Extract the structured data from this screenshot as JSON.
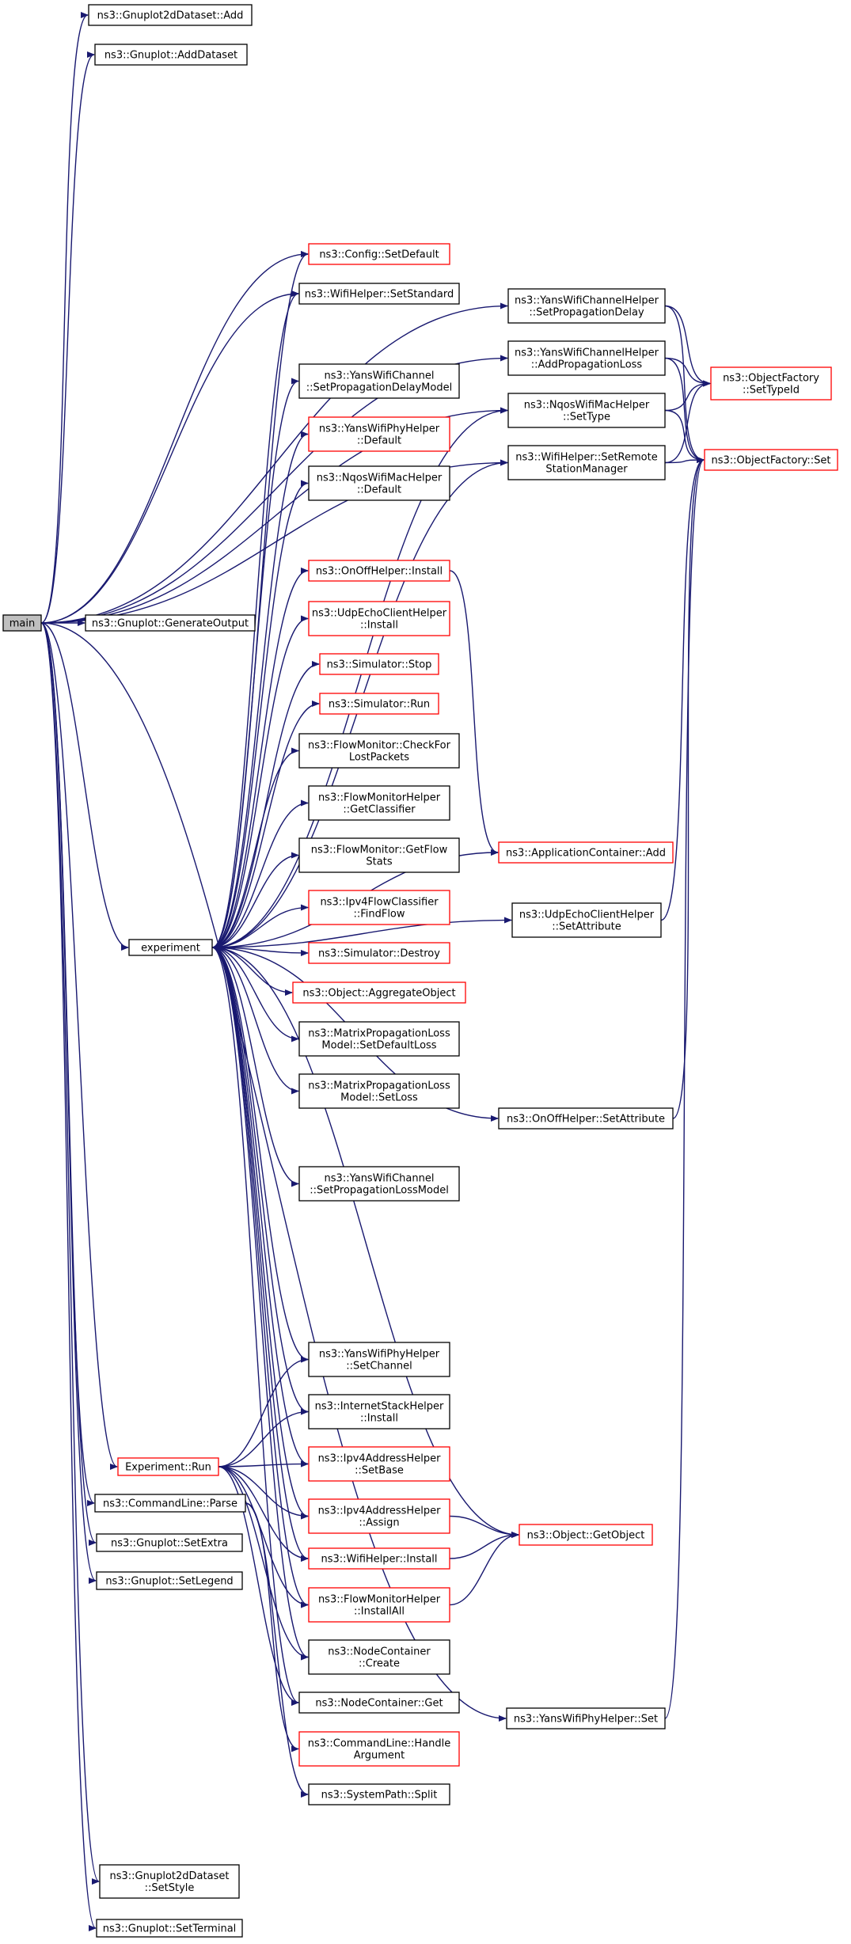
{
  "diagram": {
    "type": "doxygen-call-graph",
    "colors": {
      "edge": "#191970",
      "node_fill": "#ffffff",
      "root_fill": "#bfbfbf",
      "border_default": "#000000",
      "border_truncated": "#ff0000"
    },
    "nodes": [
      {
        "id": "main",
        "lines": [
          "main"
        ],
        "style": "root"
      },
      {
        "id": "g2d_add",
        "lines": [
          "ns3::Gnuplot2dDataset::Add"
        ],
        "style": "normal"
      },
      {
        "id": "gp_adddataset",
        "lines": [
          "ns3::Gnuplot::AddDataset"
        ],
        "style": "normal"
      },
      {
        "id": "gp_genout",
        "lines": [
          "ns3::Gnuplot::GenerateOutput"
        ],
        "style": "normal"
      },
      {
        "id": "experiment",
        "lines": [
          "experiment"
        ],
        "style": "normal"
      },
      {
        "id": "exp_run",
        "lines": [
          "Experiment::Run"
        ],
        "style": "truncated"
      },
      {
        "id": "cl_parse",
        "lines": [
          "ns3::CommandLine::Parse"
        ],
        "style": "normal"
      },
      {
        "id": "gp_setextra",
        "lines": [
          "ns3::Gnuplot::SetExtra"
        ],
        "style": "normal"
      },
      {
        "id": "gp_setlegend",
        "lines": [
          "ns3::Gnuplot::SetLegend"
        ],
        "style": "normal"
      },
      {
        "id": "g2d_setstyle",
        "lines": [
          "ns3::Gnuplot2dDataset",
          "::SetStyle"
        ],
        "style": "normal"
      },
      {
        "id": "gp_setterm",
        "lines": [
          "ns3::Gnuplot::SetTerminal"
        ],
        "style": "normal"
      },
      {
        "id": "cfg_setdef",
        "lines": [
          "ns3::Config::SetDefault"
        ],
        "style": "truncated"
      },
      {
        "id": "wifi_setstd",
        "lines": [
          "ns3::WifiHelper::SetStandard"
        ],
        "style": "normal"
      },
      {
        "id": "ywc_setpdm",
        "lines": [
          "ns3::YansWifiChannel",
          "::SetPropagationDelayModel"
        ],
        "style": "normal"
      },
      {
        "id": "ywph_default",
        "lines": [
          "ns3::YansWifiPhyHelper",
          "::Default"
        ],
        "style": "truncated"
      },
      {
        "id": "nqos_default",
        "lines": [
          "ns3::NqosWifiMacHelper",
          "::Default"
        ],
        "style": "normal"
      },
      {
        "id": "onoff_install",
        "lines": [
          "ns3::OnOffHelper::Install"
        ],
        "style": "truncated"
      },
      {
        "id": "udpech_install",
        "lines": [
          "ns3::UdpEchoClientHelper",
          "::Install"
        ],
        "style": "truncated"
      },
      {
        "id": "sim_stop",
        "lines": [
          "ns3::Simulator::Stop"
        ],
        "style": "truncated"
      },
      {
        "id": "sim_run",
        "lines": [
          "ns3::Simulator::Run"
        ],
        "style": "truncated"
      },
      {
        "id": "fm_checklost",
        "lines": [
          "ns3::FlowMonitor::CheckFor",
          "LostPackets"
        ],
        "style": "normal"
      },
      {
        "id": "fmh_getclass",
        "lines": [
          "ns3::FlowMonitorHelper",
          "::GetClassifier"
        ],
        "style": "normal"
      },
      {
        "id": "fm_getflowstats",
        "lines": [
          "ns3::FlowMonitor::GetFlow",
          "Stats"
        ],
        "style": "normal"
      },
      {
        "id": "ipv4fc_findflow",
        "lines": [
          "ns3::Ipv4FlowClassifier",
          "::FindFlow"
        ],
        "style": "truncated"
      },
      {
        "id": "sim_destroy",
        "lines": [
          "ns3::Simulator::Destroy"
        ],
        "style": "truncated"
      },
      {
        "id": "obj_aggregate",
        "lines": [
          "ns3::Object::AggregateObject"
        ],
        "style": "truncated"
      },
      {
        "id": "mplm_setdefloss",
        "lines": [
          "ns3::MatrixPropagationLoss",
          "Model::SetDefaultLoss"
        ],
        "style": "normal"
      },
      {
        "id": "mplm_setloss",
        "lines": [
          "ns3::MatrixPropagationLoss",
          "Model::SetLoss"
        ],
        "style": "normal"
      },
      {
        "id": "ywc_setplm",
        "lines": [
          "ns3::YansWifiChannel",
          "::SetPropagationLossModel"
        ],
        "style": "normal"
      },
      {
        "id": "ywph_setchannel",
        "lines": [
          "ns3::YansWifiPhyHelper",
          "::SetChannel"
        ],
        "style": "normal"
      },
      {
        "id": "ish_install",
        "lines": [
          "ns3::InternetStackHelper",
          "::Install"
        ],
        "style": "normal"
      },
      {
        "id": "ipv4ah_setbase",
        "lines": [
          "ns3::Ipv4AddressHelper",
          "::SetBase"
        ],
        "style": "truncated"
      },
      {
        "id": "ipv4ah_assign",
        "lines": [
          "ns3::Ipv4AddressHelper",
          "::Assign"
        ],
        "style": "truncated"
      },
      {
        "id": "wifi_install",
        "lines": [
          "ns3::WifiHelper::Install"
        ],
        "style": "truncated"
      },
      {
        "id": "fmh_installall",
        "lines": [
          "ns3::FlowMonitorHelper",
          "::InstallAll"
        ],
        "style": "truncated"
      },
      {
        "id": "nc_create",
        "lines": [
          "ns3::NodeContainer",
          "::Create"
        ],
        "style": "normal"
      },
      {
        "id": "nc_get",
        "lines": [
          "ns3::NodeContainer::Get"
        ],
        "style": "normal"
      },
      {
        "id": "cl_handlearg",
        "lines": [
          "ns3::CommandLine::Handle",
          "Argument"
        ],
        "style": "truncated"
      },
      {
        "id": "sp_split",
        "lines": [
          "ns3::SystemPath::Split"
        ],
        "style": "normal"
      },
      {
        "id": "ywch_setpd",
        "lines": [
          "ns3::YansWifiChannelHelper",
          "::SetPropagationDelay"
        ],
        "style": "normal"
      },
      {
        "id": "ywch_addpl",
        "lines": [
          "ns3::YansWifiChannelHelper",
          "::AddPropagationLoss"
        ],
        "style": "normal"
      },
      {
        "id": "nqos_settype",
        "lines": [
          "ns3::NqosWifiMacHelper",
          "::SetType"
        ],
        "style": "normal"
      },
      {
        "id": "wifi_setrsm",
        "lines": [
          "ns3::WifiHelper::SetRemote",
          "StationManager"
        ],
        "style": "normal"
      },
      {
        "id": "appc_add",
        "lines": [
          "ns3::ApplicationContainer::Add"
        ],
        "style": "truncated"
      },
      {
        "id": "udpech_setattr",
        "lines": [
          "ns3::UdpEchoClientHelper",
          "::SetAttribute"
        ],
        "style": "normal"
      },
      {
        "id": "onoff_setattr",
        "lines": [
          "ns3::OnOffHelper::SetAttribute"
        ],
        "style": "normal"
      },
      {
        "id": "obj_getobject",
        "lines": [
          "ns3::Object::GetObject"
        ],
        "style": "truncated"
      },
      {
        "id": "ywph_set",
        "lines": [
          "ns3::YansWifiPhyHelper::Set"
        ],
        "style": "normal"
      },
      {
        "id": "of_settypeid",
        "lines": [
          "ns3::ObjectFactory",
          "::SetTypeId"
        ],
        "style": "truncated"
      },
      {
        "id": "of_set",
        "lines": [
          "ns3::ObjectFactory::Set"
        ],
        "style": "truncated"
      }
    ],
    "edges": [
      [
        "main",
        "g2d_add"
      ],
      [
        "main",
        "gp_adddataset"
      ],
      [
        "main",
        "gp_genout"
      ],
      [
        "main",
        "experiment"
      ],
      [
        "main",
        "exp_run"
      ],
      [
        "main",
        "cl_parse"
      ],
      [
        "main",
        "gp_setextra"
      ],
      [
        "main",
        "gp_setlegend"
      ],
      [
        "main",
        "g2d_setstyle"
      ],
      [
        "main",
        "gp_setterm"
      ],
      [
        "main",
        "cfg_setdef"
      ],
      [
        "main",
        "wifi_setstd"
      ],
      [
        "main",
        "ywch_setpd"
      ],
      [
        "main",
        "ywch_addpl"
      ],
      [
        "main",
        "nqos_settype"
      ],
      [
        "main",
        "wifi_setrsm"
      ],
      [
        "main",
        "ywph_set"
      ],
      [
        "experiment",
        "cfg_setdef"
      ],
      [
        "experiment",
        "wifi_setstd"
      ],
      [
        "experiment",
        "ywc_setpdm"
      ],
      [
        "experiment",
        "ywph_default"
      ],
      [
        "experiment",
        "nqos_default"
      ],
      [
        "experiment",
        "onoff_install"
      ],
      [
        "experiment",
        "udpech_install"
      ],
      [
        "experiment",
        "sim_stop"
      ],
      [
        "experiment",
        "sim_run"
      ],
      [
        "experiment",
        "fm_checklost"
      ],
      [
        "experiment",
        "fmh_getclass"
      ],
      [
        "experiment",
        "fm_getflowstats"
      ],
      [
        "experiment",
        "ipv4fc_findflow"
      ],
      [
        "experiment",
        "sim_destroy"
      ],
      [
        "experiment",
        "obj_aggregate"
      ],
      [
        "experiment",
        "mplm_setdefloss"
      ],
      [
        "experiment",
        "mplm_setloss"
      ],
      [
        "experiment",
        "ywc_setplm"
      ],
      [
        "experiment",
        "ywph_setchannel"
      ],
      [
        "experiment",
        "ish_install"
      ],
      [
        "experiment",
        "ipv4ah_setbase"
      ],
      [
        "experiment",
        "ipv4ah_assign"
      ],
      [
        "experiment",
        "wifi_install"
      ],
      [
        "experiment",
        "fmh_installall"
      ],
      [
        "experiment",
        "nc_create"
      ],
      [
        "experiment",
        "nc_get"
      ],
      [
        "experiment",
        "nqos_settype"
      ],
      [
        "experiment",
        "wifi_setrsm"
      ],
      [
        "experiment",
        "appc_add"
      ],
      [
        "experiment",
        "udpech_setattr"
      ],
      [
        "experiment",
        "onoff_setattr"
      ],
      [
        "experiment",
        "obj_getobject"
      ],
      [
        "exp_run",
        "ywph_setchannel"
      ],
      [
        "exp_run",
        "ish_install"
      ],
      [
        "exp_run",
        "ipv4ah_setbase"
      ],
      [
        "exp_run",
        "ipv4ah_assign"
      ],
      [
        "exp_run",
        "wifi_install"
      ],
      [
        "exp_run",
        "fmh_installall"
      ],
      [
        "exp_run",
        "nc_create"
      ],
      [
        "exp_run",
        "nc_get"
      ],
      [
        "cl_parse",
        "cl_handlearg"
      ],
      [
        "cl_parse",
        "sp_split"
      ],
      [
        "onoff_install",
        "appc_add"
      ],
      [
        "ipv4ah_assign",
        "obj_getobject"
      ],
      [
        "wifi_install",
        "obj_getobject"
      ],
      [
        "fmh_installall",
        "obj_getobject"
      ],
      [
        "ywch_setpd",
        "of_settypeid"
      ],
      [
        "ywch_setpd",
        "of_set"
      ],
      [
        "ywch_addpl",
        "of_settypeid"
      ],
      [
        "ywch_addpl",
        "of_set"
      ],
      [
        "nqos_settype",
        "of_settypeid"
      ],
      [
        "nqos_settype",
        "of_set"
      ],
      [
        "wifi_setrsm",
        "of_settypeid"
      ],
      [
        "wifi_setrsm",
        "of_set"
      ],
      [
        "udpech_setattr",
        "of_set"
      ],
      [
        "onoff_setattr",
        "of_set"
      ],
      [
        "ywph_set",
        "of_set"
      ]
    ]
  }
}
